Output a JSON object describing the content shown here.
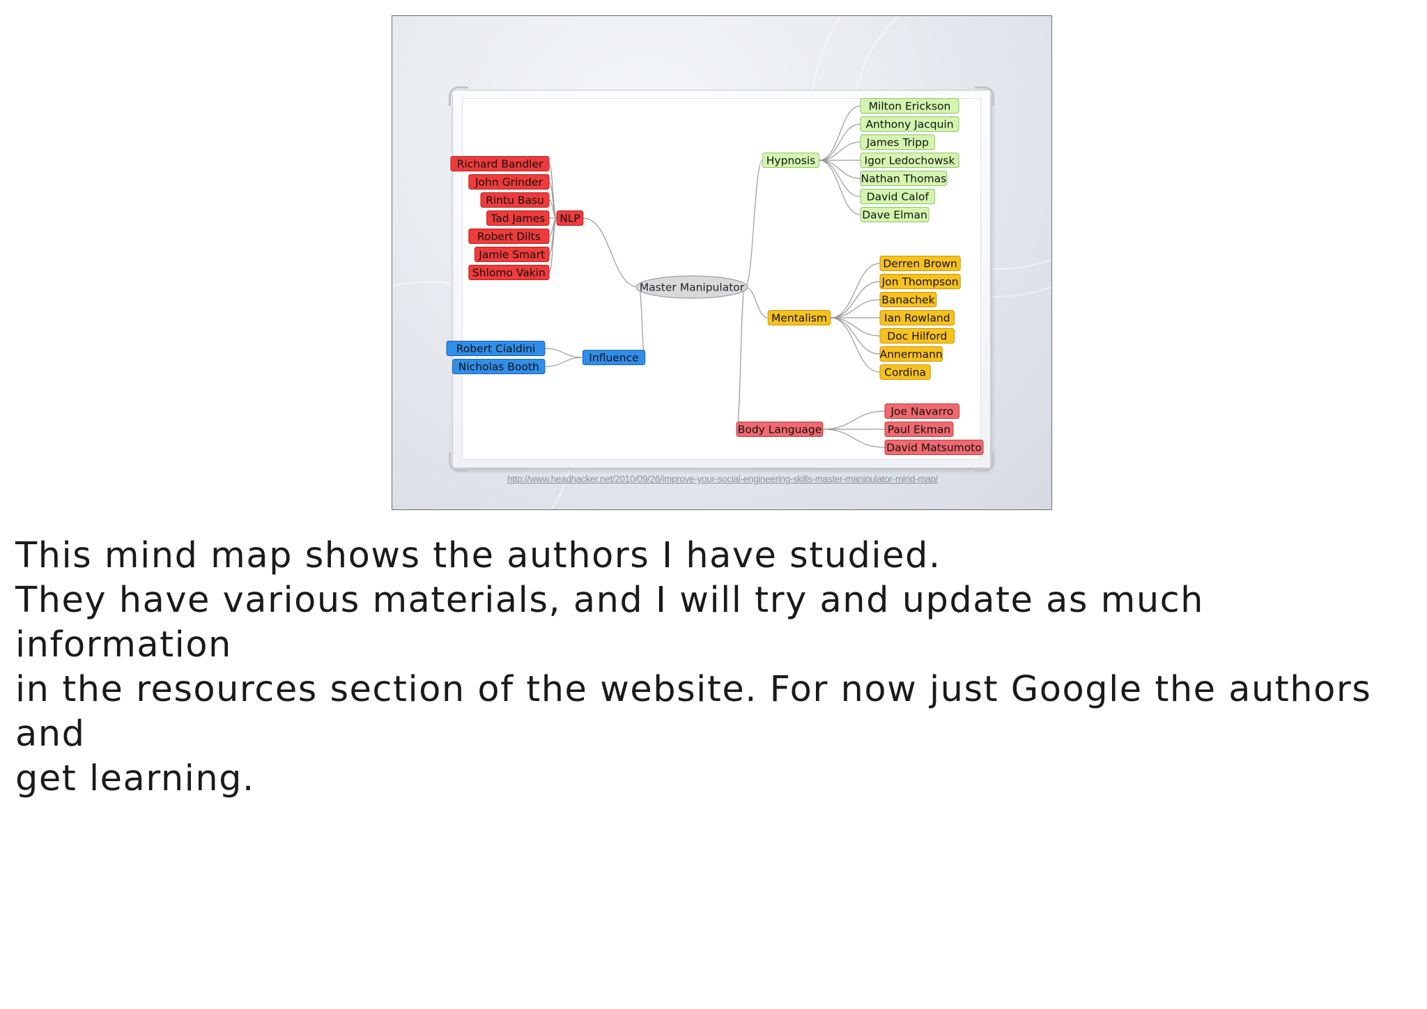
{
  "mind_map": {
    "root": "Master Manipulator",
    "branches": [
      {
        "label": "NLP",
        "color": "#ef3b3b",
        "border": "#b81e1e",
        "children": [
          "Richard Bandler",
          "John Grinder",
          "Rintu Basu",
          "Tad James",
          "Robert Dilts",
          "Jamie Smart",
          "Shlomo Vakin"
        ]
      },
      {
        "label": "Influence",
        "color": "#2f8ee8",
        "border": "#1a64b0",
        "children": [
          "Robert Cialdini",
          "Nicholas Booth"
        ]
      },
      {
        "label": "Hypnosis",
        "color": "#d4f5b0",
        "border": "#8cc46a",
        "children": [
          "Milton Erickson",
          "Anthony Jacquin",
          "James Tripp",
          "Igor Ledochowsk",
          "Nathan Thomas",
          "David Calof",
          "Dave Elman"
        ]
      },
      {
        "label": "Mentalism",
        "color": "#f8c21e",
        "border": "#c99500",
        "children": [
          "Derren Brown",
          "Jon Thompson",
          "Banachek",
          "Ian Rowland",
          "Doc Hilford",
          "Annermann",
          "Cordina"
        ]
      },
      {
        "label": "Body Language",
        "color": "#f0696f",
        "border": "#bf3c43",
        "children": [
          "Joe Navarro",
          "Paul Ekman",
          "David Matsumoto"
        ]
      }
    ]
  },
  "source_url": "http://www.headhacker.net/2010/09/26/improve-your-social-engineering-skills-master-manipulator-mind-map/",
  "caption": {
    "line1": "This mind map shows the authors I have studied.",
    "line2": "They have various materials, and I will try and update as much information",
    "line3": "in the resources section of the website. For now just Google the authors and",
    "line4": "get learning."
  }
}
